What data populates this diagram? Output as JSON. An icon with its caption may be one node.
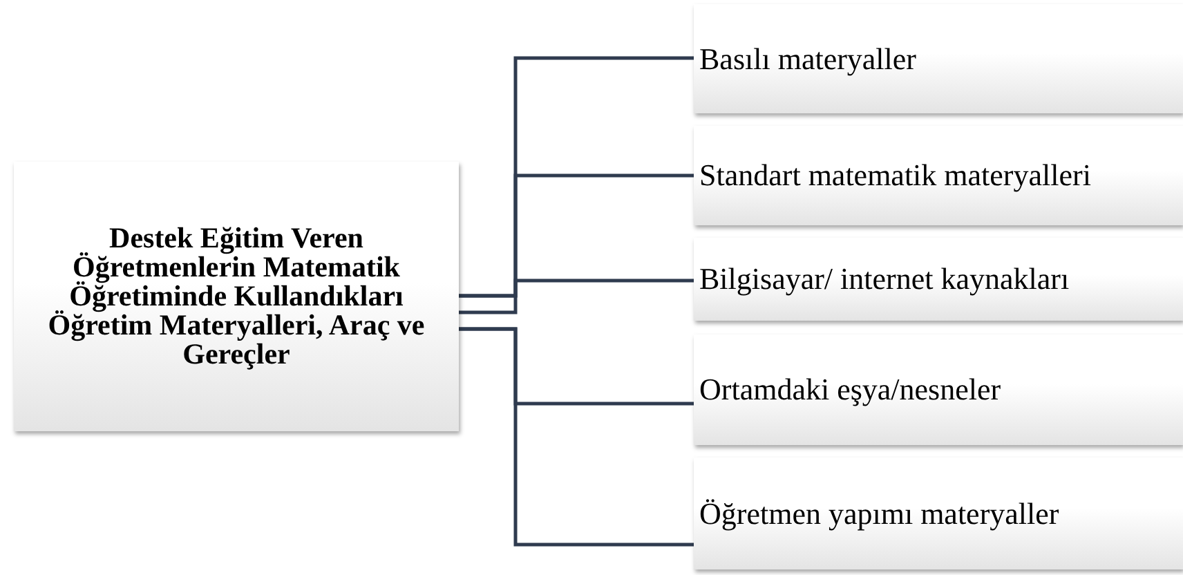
{
  "diagram": {
    "nodes": [
      {
        "text": [
          "Destek Eğitim Veren Öğretmenlerin Matematik Öğretiminde Kullandıkları Öğretim Materyalleri, Araç ve Gereçler"
        ]
      },
      {
        "text": [
          "Basılı materyaller"
        ]
      },
      {
        "text": [
          "Standart matematik materyalleri"
        ]
      },
      {
        "text": [
          "Bilgisayar/ internet kaynakları"
        ]
      },
      {
        "text": [
          "Ortamdaki eşya/nesneler"
        ]
      },
      {
        "text": [
          "Öğretmen yapımı materyaller"
        ]
      }
    ],
    "edges": [
      {
        "from": 0,
        "to": 1,
        "arrow": "none"
      },
      {
        "from": 0,
        "to": 2,
        "arrow": "none"
      },
      {
        "from": 0,
        "to": 3,
        "arrow": "none"
      },
      {
        "from": 0,
        "to": 4,
        "arrow": "none"
      },
      {
        "from": 0,
        "to": 5,
        "arrow": "none"
      }
    ]
  }
}
